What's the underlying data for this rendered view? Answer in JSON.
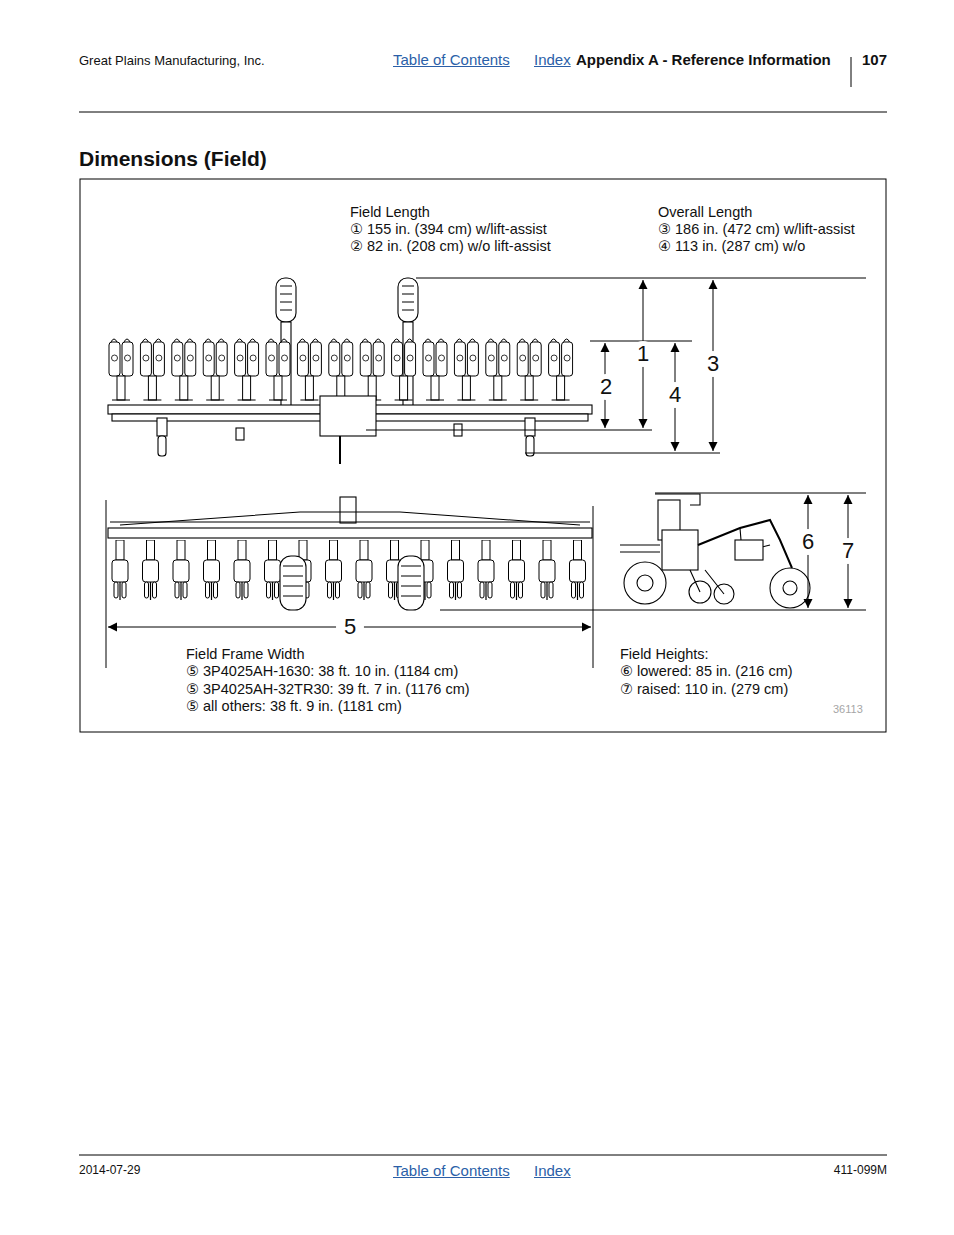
{
  "diagram": {
    "title": "Dimensions (Field)",
    "labels": [
      "Great Plains Manufacturing, Inc.",
      "Table of Contents",
      "Index",
      "Appendix A - Reference Information",
      "107",
      "Field Length",
      "① 155 in. (394 cm) w/lift-assist",
      "② 82 in. (208 cm) w/o lift-assist",
      "Overall Length",
      "③ 186 in. (472 cm) w/lift-assist",
      "④ 113 in. (287 cm) w/o",
      "1",
      "3",
      "2",
      "4",
      "6",
      "7",
      "5",
      "Field Frame Width",
      "⑤ 3P4025AH-1630: 38 ft. 10 in. (1184 cm)",
      "⑤ 3P4025AH-32TR30: 39 ft. 7 in. (1176 cm)",
      "⑤ all others: 38 ft. 9 in. (1181 cm)",
      "Field Heights:",
      "⑥ lowered: 85 in. (216 cm)",
      "⑦ raised: 110 in. (279 cm)",
      "36113",
      "2014-07-29",
      "Table of Contents",
      "Index",
      "411-099M"
    ]
  }
}
